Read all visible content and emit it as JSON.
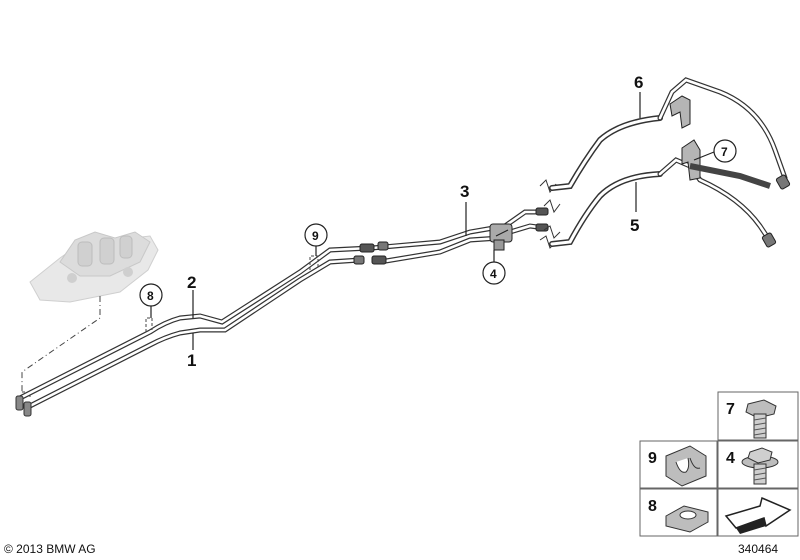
{
  "callouts": [
    {
      "id": "1",
      "label": "1"
    },
    {
      "id": "2",
      "label": "2"
    },
    {
      "id": "3",
      "label": "3"
    },
    {
      "id": "4",
      "label": "4"
    },
    {
      "id": "5",
      "label": "5"
    },
    {
      "id": "6",
      "label": "6"
    },
    {
      "id": "7",
      "label": "7"
    },
    {
      "id": "8",
      "label": "8"
    },
    {
      "id": "9",
      "label": "9"
    }
  ],
  "legend": {
    "item7": "7",
    "item4": "4",
    "item9": "9",
    "item8": "8"
  },
  "footer": {
    "copyright": "© 2013 BMW AG",
    "diagram_number": "340464"
  },
  "colors": {
    "line": "#333333",
    "pipe_fill": "#ffffff",
    "legend_bg": "#ffffff",
    "legend_border": "#666666",
    "part_grey": "#b8b8b8",
    "ghost_part": "#e3e3e3"
  }
}
